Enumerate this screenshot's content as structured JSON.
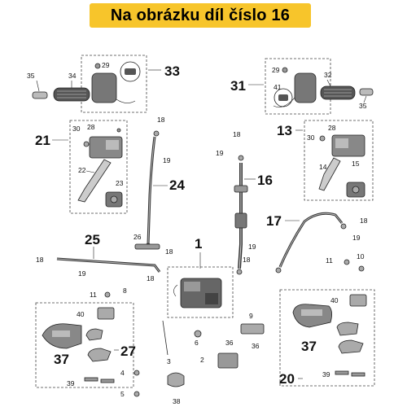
{
  "header": {
    "title": "Na obrázku díl číslo 16",
    "bg_color": "#f7c52b"
  },
  "callouts": {
    "c1": "1",
    "c2": "2",
    "c3": "3",
    "c4": "4",
    "c5": "5",
    "c6": "6",
    "c8": "8",
    "c9": "9",
    "c10": "10",
    "c11a": "11",
    "c11b": "11",
    "c13": "13",
    "c14": "14",
    "c15": "15",
    "c16": "16",
    "c17": "17",
    "c18a": "18",
    "c18b": "18",
    "c18c": "18",
    "c18d": "18",
    "c18e": "18",
    "c18f": "18",
    "c18g": "18",
    "c19a": "19",
    "c19b": "19",
    "c19c": "19",
    "c19d": "19",
    "c19e": "19",
    "c20": "20",
    "c21": "21",
    "c22": "22",
    "c23": "23",
    "c24": "24",
    "c25": "25",
    "c26": "26",
    "c27": "27",
    "c28": "28",
    "c28b": "28",
    "c29a": "29",
    "c29b": "29",
    "c30a": "30",
    "c30b": "30",
    "c31": "31",
    "c32": "32",
    "c33": "33",
    "c34": "34",
    "c35a": "35",
    "c35b": "35",
    "c36a": "36",
    "c36b": "36",
    "c37a": "37",
    "c37b": "37",
    "c38": "38",
    "c39a": "39",
    "c39b": "39",
    "c40a": "40",
    "c40b": "40",
    "c41": "41"
  },
  "highlight": {
    "part": "16",
    "color": "#d4145a"
  }
}
